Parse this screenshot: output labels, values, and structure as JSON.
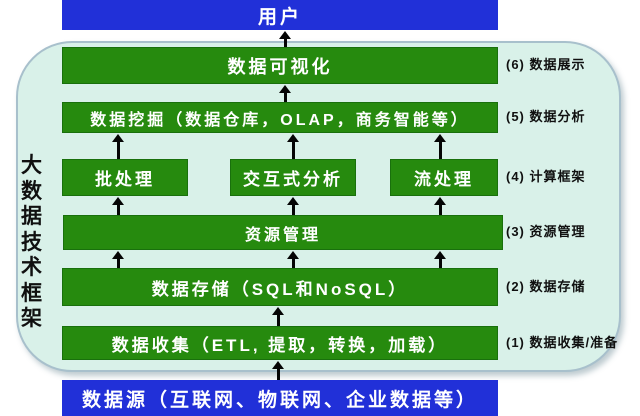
{
  "colors": {
    "green": "#268a0e",
    "blue": "#2130d8",
    "panel_bg": "#d9f1e9",
    "panel_border": "#a8c0cc",
    "arrow": "#050505"
  },
  "top_bar": {
    "label": "用户"
  },
  "bottom_bar": {
    "label": "数据源（互联网、物联网、企业数据等）"
  },
  "framework_title": "大数据技术框架",
  "layers": [
    {
      "level": 6,
      "label": "数据可视化",
      "annotation": "(6) 数据展示"
    },
    {
      "level": 5,
      "label": "数据挖掘（数据仓库，OLAP，商务智能等）",
      "annotation": "(5) 数据分析"
    },
    {
      "level": 4,
      "boxes": [
        "批处理",
        "交互式分析",
        "流处理"
      ],
      "annotation": "(4) 计算框架"
    },
    {
      "level": 3,
      "label": "资源管理",
      "annotation": "(3) 资源管理"
    },
    {
      "level": 2,
      "label": "数据存储（SQL和NoSQL）",
      "annotation": "(2) 数据存储"
    },
    {
      "level": 1,
      "label": "数据收集（ETL, 提取，转换，加载）",
      "annotation": "(1) 数据收集/准备"
    }
  ]
}
